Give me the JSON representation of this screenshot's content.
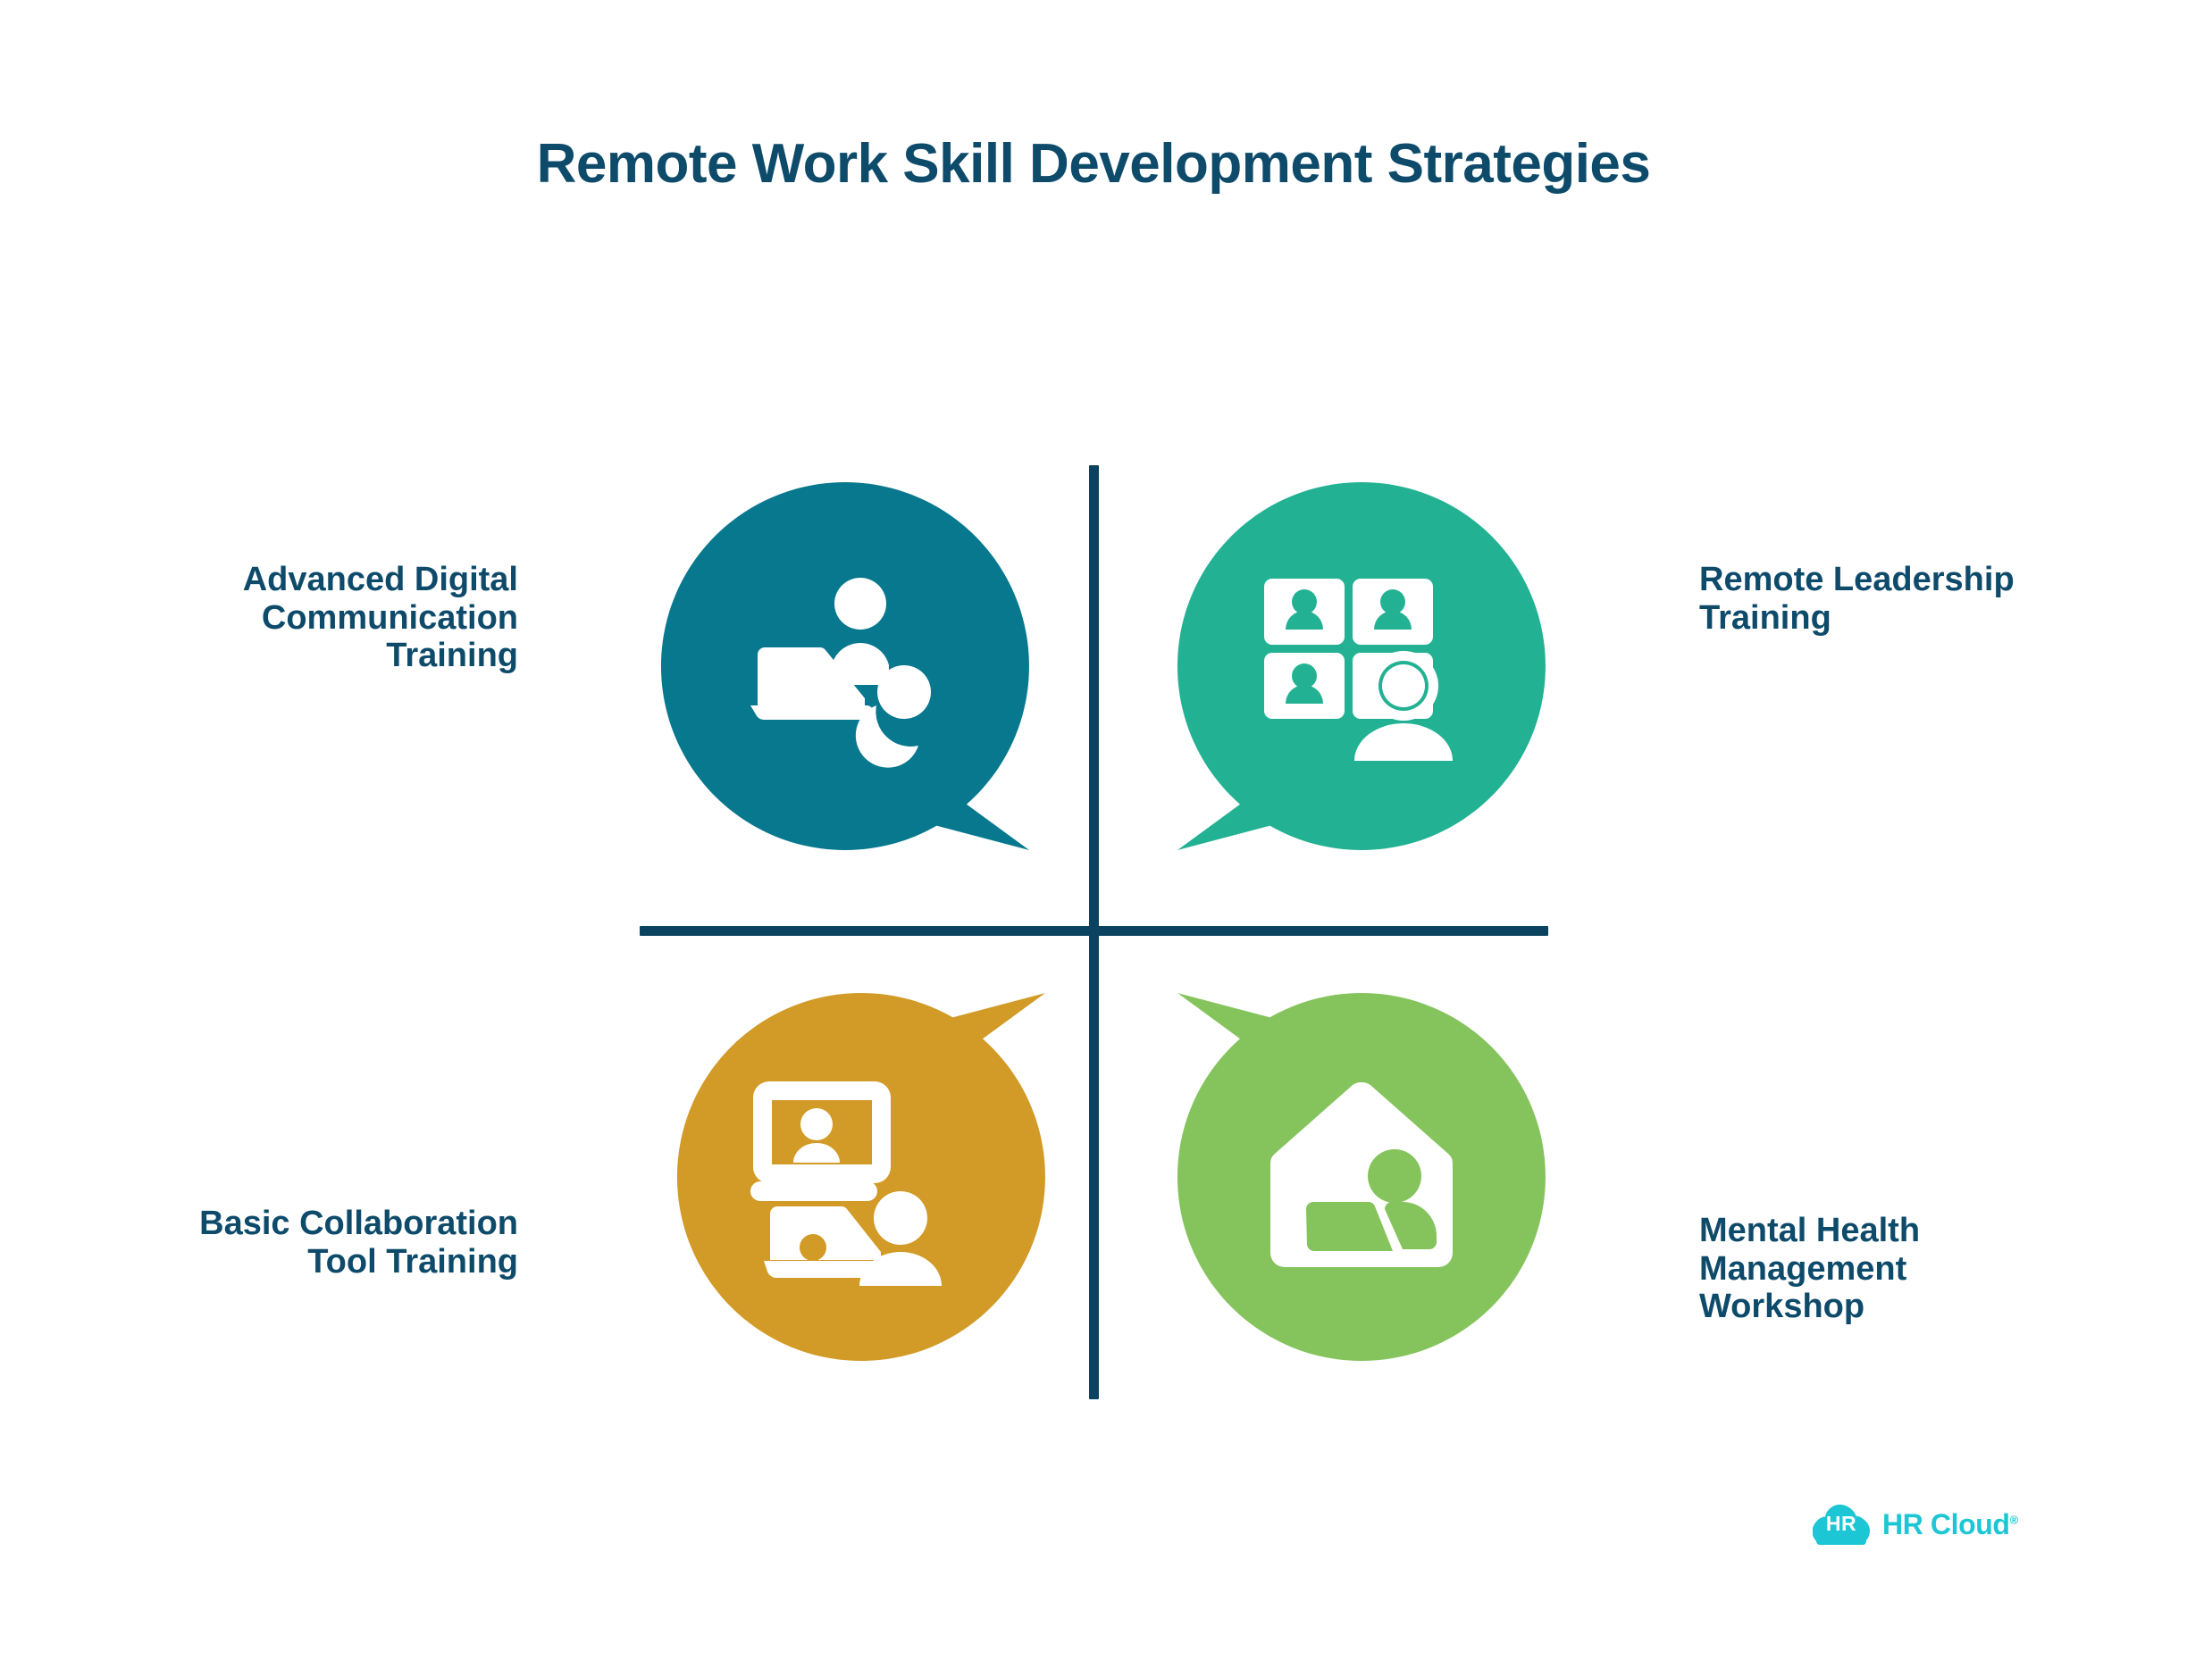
{
  "title": "Remote Work Skill Development Strategies",
  "quadrants": [
    {
      "position": "top-left",
      "label_lines": [
        "Advanced Digital",
        "Communication",
        "Training"
      ],
      "label_text": "Advanced Digital Communication Training",
      "color": "#07788E",
      "icon": "person-laptop-collaboration-icon",
      "bubble_tail": "bottom-right"
    },
    {
      "position": "top-right",
      "label_lines": [
        "Remote Leadership",
        "Training"
      ],
      "label_text": "Remote Leadership Training",
      "color": "#22B293",
      "icon": "video-conference-grid-leader-icon",
      "bubble_tail": "bottom-left"
    },
    {
      "position": "bottom-left",
      "label_lines": [
        "Basic Collaboration",
        "Tool Training"
      ],
      "label_text": "Basic Collaboration Tool Training",
      "color": "#D29A26",
      "icon": "monitor-laptop-training-icon",
      "bubble_tail": "top-right"
    },
    {
      "position": "bottom-right",
      "label_lines": [
        "Mental Health",
        "Management",
        "Workshop"
      ],
      "label_text": "Mental Health Management Workshop",
      "color": "#85C45D",
      "icon": "home-office-person-icon",
      "bubble_tail": "top-left"
    }
  ],
  "divider": {
    "color": "#0B425F"
  },
  "logo": {
    "mark_text": "HR",
    "word": "HR Cloud",
    "trademark": "®",
    "color": "#1CC6D4"
  },
  "theme": {
    "background": "#FFFFFF",
    "title_color": "#0E4B6B",
    "label_color": "#0E4B6B"
  }
}
